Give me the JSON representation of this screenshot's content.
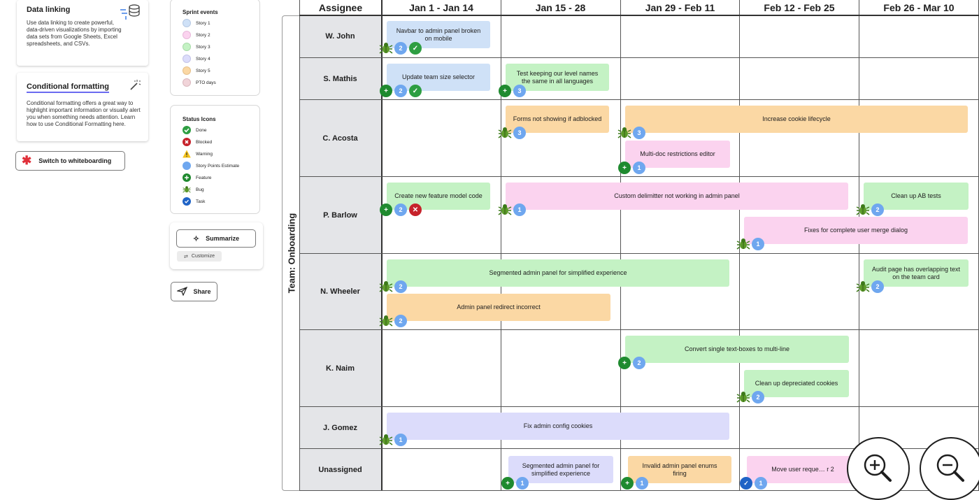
{
  "data_linking": {
    "title": "Data linking",
    "body": "Use data linking to create powerful, data-driven visualizations by importing data sets from Google Sheets, Excel spreadsheets, and CSVs."
  },
  "conditional_formatting": {
    "title": "Conditional formatting",
    "body": "Conditional formatting offers a great way to highlight important information or visually alert you when something needs attention. Learn how to use Conditional Formatting here."
  },
  "switch_whiteboard": {
    "label": "Switch to whiteboarding"
  },
  "sprint_events": {
    "title": "Sprint events",
    "items": [
      {
        "label": "Story 1",
        "color": "#cfe1f7"
      },
      {
        "label": "Story 2",
        "color": "#fbd3ef"
      },
      {
        "label": "Story 3",
        "color": "#c4f2c4"
      },
      {
        "label": "Story 4",
        "color": "#dcdcfb"
      },
      {
        "label": "Story 5",
        "color": "#fbd8a4"
      },
      {
        "label": "PTO days",
        "color": "#f1d4d9"
      }
    ]
  },
  "status_icons": {
    "title": "Status Icons",
    "items": [
      {
        "label": "Done",
        "icon": "check-icon"
      },
      {
        "label": "Blocked",
        "icon": "x-icon"
      },
      {
        "label": "Warning",
        "icon": "warning-icon"
      },
      {
        "label": "Story Points Estimate",
        "icon": "points-icon"
      },
      {
        "label": "Feature",
        "icon": "feature-icon"
      },
      {
        "label": "Bug",
        "icon": "bug-icon"
      },
      {
        "label": "Task",
        "icon": "task-icon"
      }
    ]
  },
  "ai": {
    "summarize_label": "Summarize",
    "customize_label": "Customize"
  },
  "share": {
    "label": "Share"
  },
  "team_label": "Team: Onboarding",
  "columns": [
    "Assignee",
    "Jan 1 - Jan 14",
    "Jan 15 - 28",
    "Jan 29 - Feb 11",
    "Feb 12 - Feb 25",
    "Feb 26 - Mar 10"
  ],
  "rows": [
    "W. John",
    "S. Mathis",
    "C. Acosta",
    "P. Barlow",
    "N. Wheeler",
    "K. Naim",
    "J. Gomez",
    "Unassigned"
  ],
  "tasks": [
    {
      "label": "Navbar to admin panel broken on mobile",
      "story": 1,
      "type": "bug",
      "points": "2",
      "status": "done"
    },
    {
      "label": "Update team size selector",
      "story": 1,
      "type": "feature",
      "points": "2",
      "status": "done"
    },
    {
      "label": "Test keeping our level names the same in all languages",
      "story": 3,
      "type": "feature",
      "points": "3"
    },
    {
      "label": "Forms not showing if adblocked",
      "story": 5,
      "type": "bug",
      "points": "3"
    },
    {
      "label": "Increase cookie lifecycle",
      "story": 5,
      "type": "bug",
      "points": "3"
    },
    {
      "label": "Multi-doc restrictions editor",
      "story": 2,
      "type": "feature",
      "points": "1"
    },
    {
      "label": "Create new feature model code",
      "story": 3,
      "type": "feature",
      "points": "2",
      "status": "blocked"
    },
    {
      "label": "Custom delimitter not working in admin panel",
      "story": 2,
      "type": "bug",
      "points": "1"
    },
    {
      "label": "Clean up AB tests",
      "story": 3,
      "type": "bug",
      "points": "2"
    },
    {
      "label": "Fixes for complete user merge dialog",
      "story": 2,
      "type": "bug",
      "points": "1"
    },
    {
      "label": "Segmented admin panel for simplified experience",
      "story": 3,
      "type": "bug",
      "points": "2"
    },
    {
      "label": "Audit page has overlapping text on the team card",
      "story": 3,
      "type": "bug",
      "points": "2"
    },
    {
      "label": "Admin panel redirect incorrect",
      "story": 5,
      "type": "bug",
      "points": "2"
    },
    {
      "label": "Convert single text-boxes to multi-line",
      "story": 3,
      "type": "feature",
      "points": "2"
    },
    {
      "label": "Clean up depreciated cookies",
      "story": 3,
      "type": "bug",
      "points": "2"
    },
    {
      "label": "Fix admin config cookies",
      "story": 4,
      "type": "bug",
      "points": "1"
    },
    {
      "label": "Segmented admin panel for simplified experience",
      "story": 4,
      "type": "feature",
      "points": "1"
    },
    {
      "label": "Invalid admin panel enums firing",
      "story": 5,
      "type": "feature",
      "points": "1"
    },
    {
      "label": "Move user reque… r 2",
      "story": 2,
      "type": "task",
      "points": "1"
    }
  ],
  "zoom": {
    "in_icon": "zoom-in-icon",
    "out_icon": "zoom-out-icon"
  }
}
